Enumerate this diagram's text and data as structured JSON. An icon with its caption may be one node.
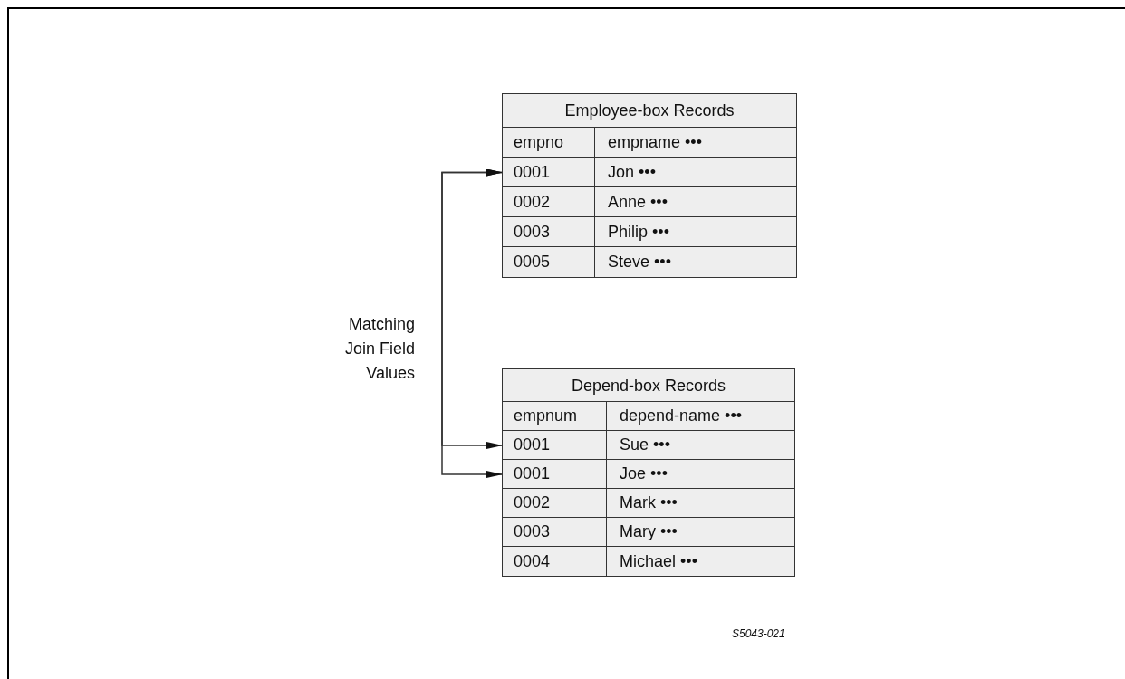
{
  "diagram": {
    "nodes": [
      {
        "text": [
          "Employee-box Records"
        ]
      },
      {
        "text": [
          "empno",
          "empname •••"
        ],
        "in": 0
      },
      {
        "text": [
          "0001",
          "Jon •••"
        ],
        "in": 0
      },
      {
        "text": [
          "0002",
          "Anne •••"
        ],
        "in": 0
      },
      {
        "text": [
          "0003",
          "Philip •••"
        ],
        "in": 0
      },
      {
        "text": [
          "0005",
          "Steve •••"
        ],
        "in": 0
      },
      {
        "text": [
          "Depend-box Records"
        ]
      },
      {
        "text": [
          "empnum",
          "depend-name •••"
        ],
        "in": 6
      },
      {
        "text": [
          "0001",
          "Sue •••"
        ],
        "in": 6
      },
      {
        "text": [
          "0001",
          "Joe •••"
        ],
        "in": 6
      },
      {
        "text": [
          "0002",
          "Mark •••"
        ],
        "in": 6
      },
      {
        "text": [
          "0003",
          "Mary •••"
        ],
        "in": 6
      },
      {
        "text": [
          "0004",
          "Michael •••"
        ],
        "in": 6
      }
    ],
    "edges": [
      {
        "from": 2,
        "to": 8,
        "arrow": "both"
      },
      {
        "from": 2,
        "to": 9,
        "arrow": "both"
      }
    ],
    "labels": [
      "Matching Join Field Values",
      "S5043-021"
    ]
  }
}
